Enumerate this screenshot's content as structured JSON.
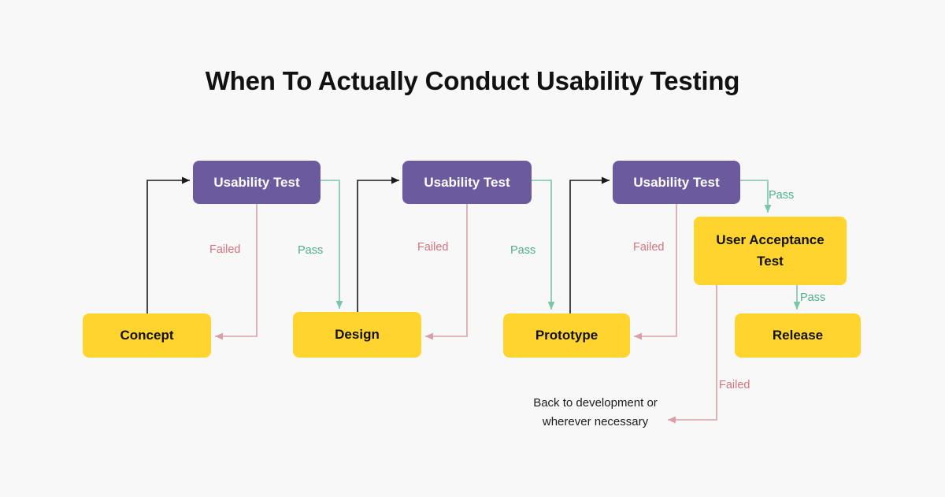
{
  "page": {
    "title": "When To Actually Conduct Usability Testing",
    "background_color": "#f8f8f8"
  },
  "colors": {
    "purple_node": "#6b5b9e",
    "yellow_node": "#ffd42e",
    "pass_green": "#4eaf8a",
    "failed_red": "#d4737e",
    "flow_black": "#1b1b1b",
    "text_dark": "#111111",
    "text_light": "#ffffff"
  },
  "nodes": {
    "concept": {
      "label": "Concept",
      "type": "stage"
    },
    "usability_test_1": {
      "label": "Usability Test",
      "type": "test"
    },
    "design": {
      "label": "Design",
      "type": "stage"
    },
    "usability_test_2": {
      "label": "Usability Test",
      "type": "test"
    },
    "prototype": {
      "label": "Prototype",
      "type": "stage"
    },
    "usability_test_3": {
      "label": "Usability Test",
      "type": "test"
    },
    "user_acceptance_test": {
      "label_line1": "User Acceptance",
      "label_line2": "Test",
      "type": "stage"
    },
    "release": {
      "label": "Release",
      "type": "stage"
    }
  },
  "edge_labels": {
    "failed_1": "Failed",
    "pass_1": "Pass",
    "failed_2": "Failed",
    "pass_2": "Pass",
    "failed_3": "Failed",
    "pass_3": "Pass",
    "pass_4": "Pass",
    "failed_4": "Failed"
  },
  "annotations": {
    "back_to_development_line1": "Back to development or",
    "back_to_development_line2": "wherever necessary"
  }
}
